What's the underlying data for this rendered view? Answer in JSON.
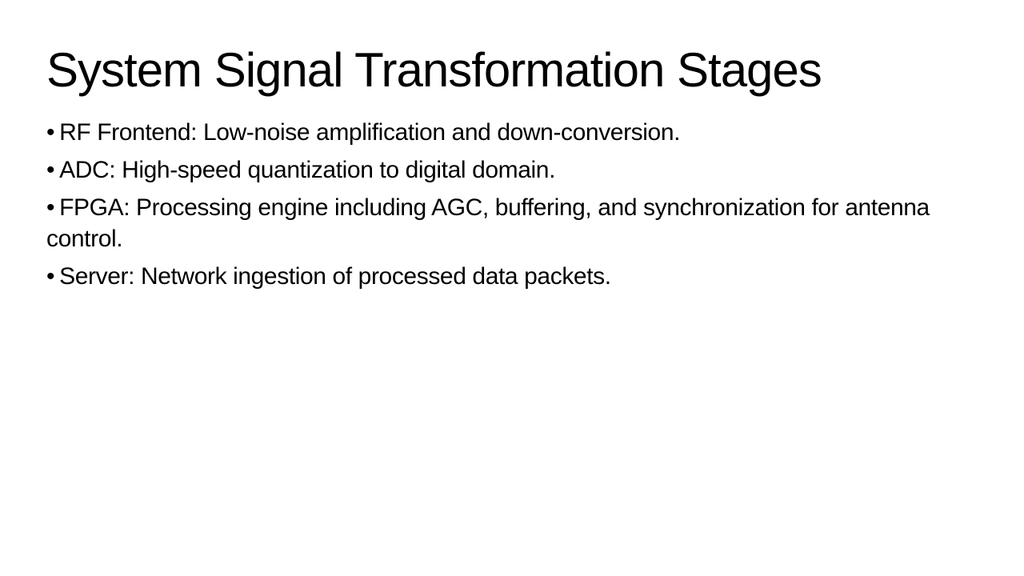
{
  "slide": {
    "title": "System Signal Transformation Stages",
    "bullets": [
      {
        "marker": "•",
        "text": "RF Frontend: Low-noise amplification and down-conversion."
      },
      {
        "marker": "•",
        "text": "ADC: High-speed quantization to digital domain."
      },
      {
        "marker": "•",
        "text": "FPGA: Processing engine including AGC, buffering, and synchronization for antenna control."
      },
      {
        "marker": "•",
        "text": "Server: Network ingestion of processed data packets."
      }
    ]
  }
}
